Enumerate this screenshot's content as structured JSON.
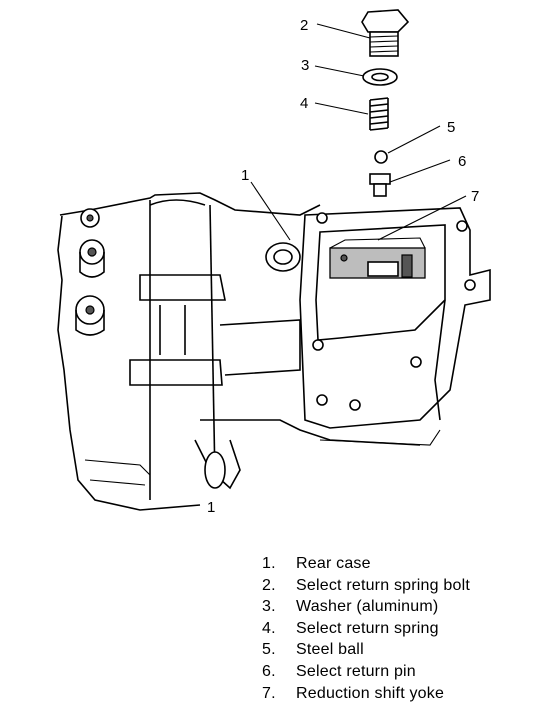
{
  "callouts": {
    "c1": "1",
    "c1b": "1",
    "c2": "2",
    "c3": "3",
    "c4": "4",
    "c5": "5",
    "c6": "6",
    "c7": "7"
  },
  "legend": [
    {
      "num": "1.",
      "text": "Rear case"
    },
    {
      "num": "2.",
      "text": "Select return spring bolt"
    },
    {
      "num": "3.",
      "text": "Washer (aluminum)"
    },
    {
      "num": "4.",
      "text": "Select return spring"
    },
    {
      "num": "5.",
      "text": "Steel ball"
    },
    {
      "num": "6.",
      "text": "Select return pin"
    },
    {
      "num": "7.",
      "text": "Reduction shift yoke"
    }
  ]
}
